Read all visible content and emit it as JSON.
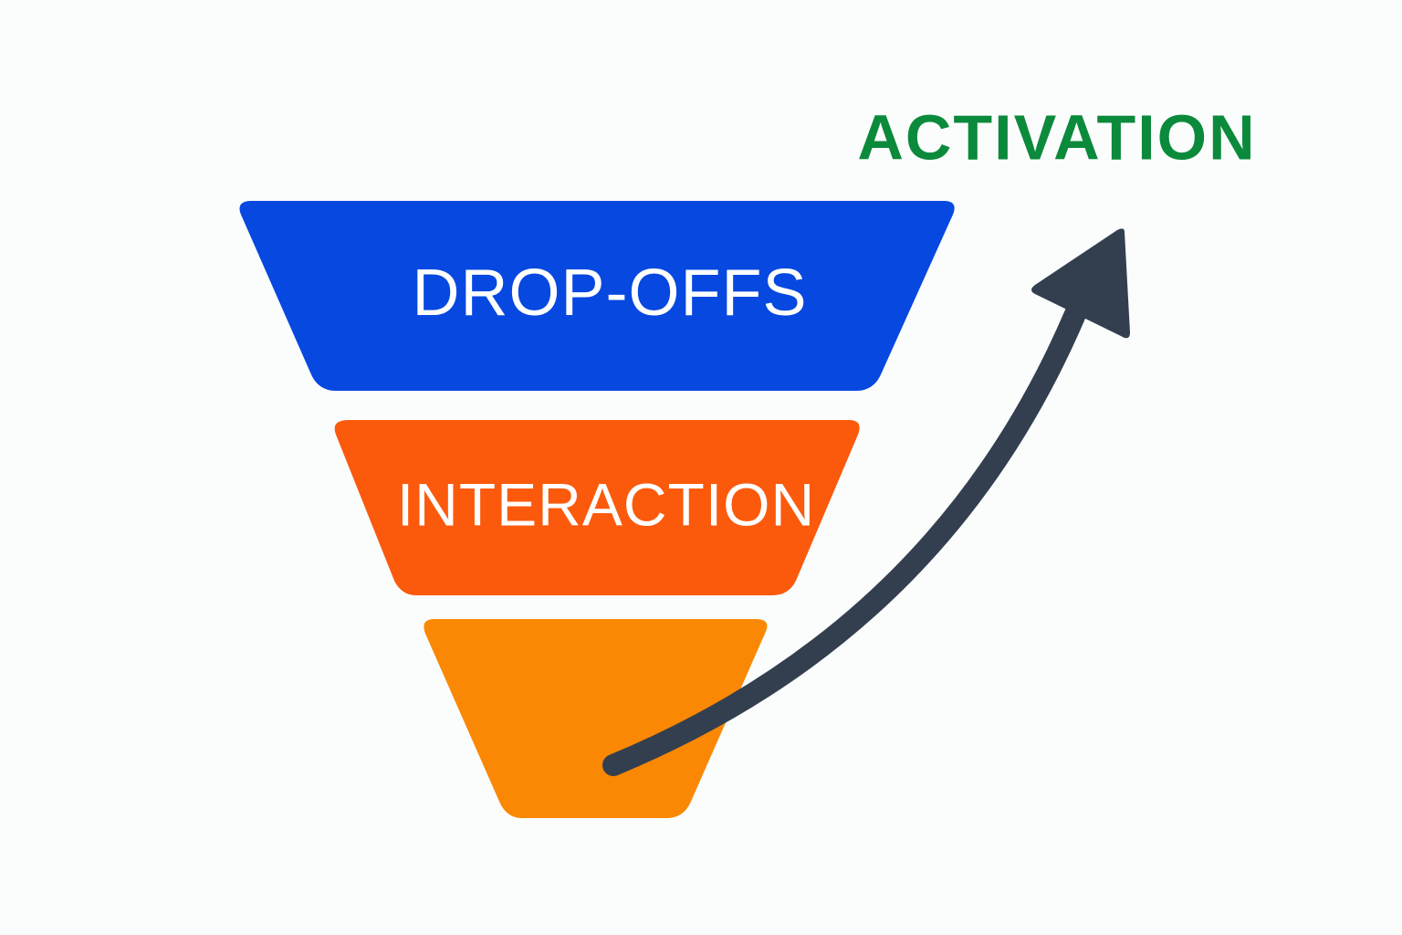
{
  "diagram": {
    "stages": [
      {
        "label": "DROP-OFFS",
        "color": "#0648e0"
      },
      {
        "label": "INTERACTION",
        "color": "#fb5a0c"
      },
      {
        "label": "",
        "color": "#fb8804"
      }
    ],
    "activation": {
      "label": "ACTIVATION",
      "color": "#0c8a3c"
    },
    "arrow_color": "#333f4f",
    "background": "#fbfdfd"
  }
}
